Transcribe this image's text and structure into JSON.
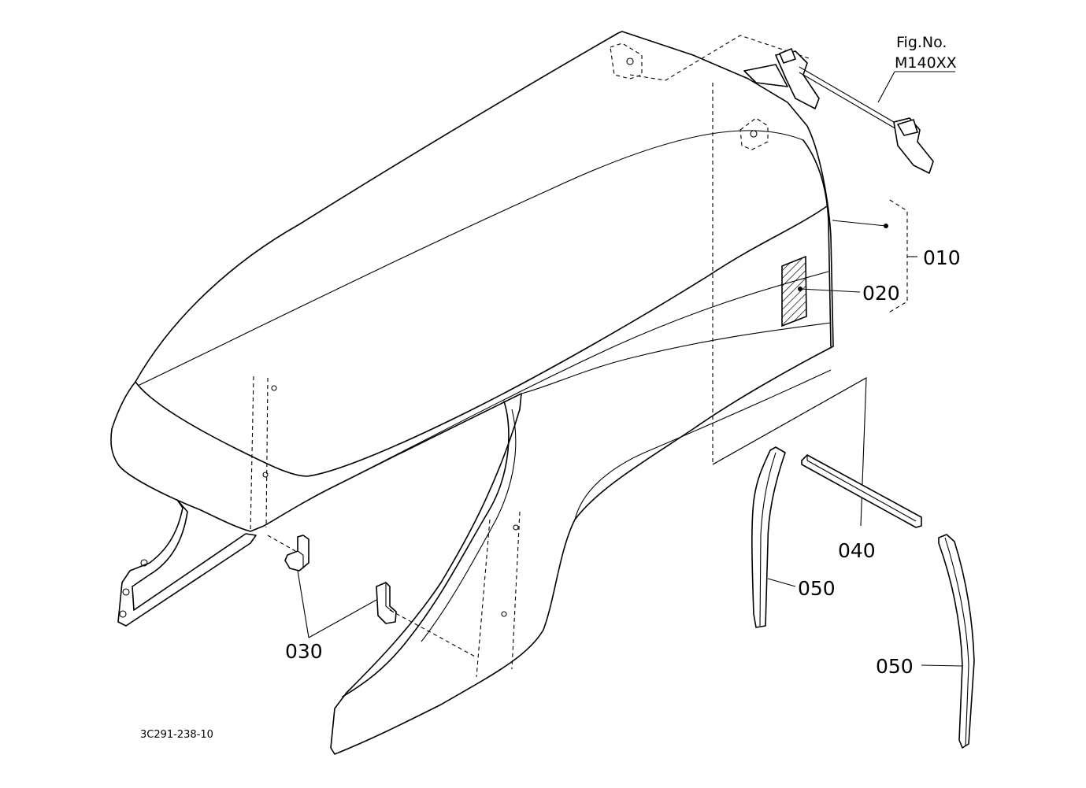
{
  "figure_ref": {
    "heading": "Fig.No.",
    "number": "M140XX"
  },
  "drawing_code": "3C291-238-10",
  "callouts": [
    {
      "id": "010",
      "label": "010"
    },
    {
      "id": "020",
      "label": "020"
    },
    {
      "id": "030",
      "label": "030"
    },
    {
      "id": "040",
      "label": "040"
    },
    {
      "id": "050a",
      "label": "050"
    },
    {
      "id": "050b",
      "label": "050"
    }
  ]
}
